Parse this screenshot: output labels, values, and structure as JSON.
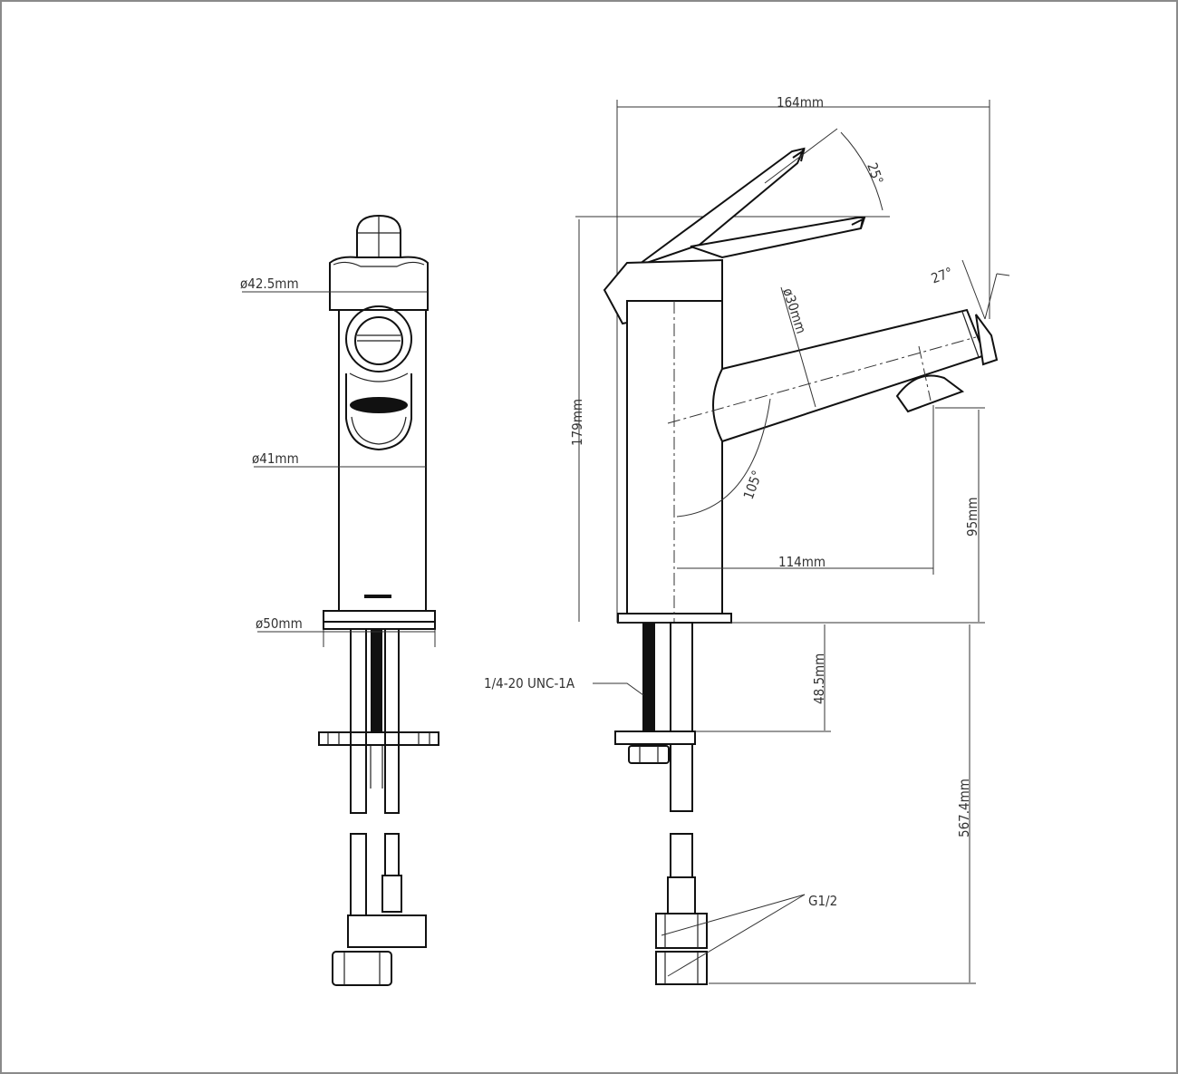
{
  "front_view": {
    "dims": {
      "cap_diameter": "ø42.5mm",
      "body_diameter": "ø41mm",
      "base_diameter": "ø50mm"
    }
  },
  "side_view": {
    "dims": {
      "overall_length": "164mm",
      "overall_height": "179mm",
      "handle_angle": "25°",
      "aerator_angle": "27°",
      "spout_diameter": "ø30mm",
      "spout_angle": "105°",
      "spout_reach": "114mm",
      "spout_height": "95mm",
      "shank_length": "48.5mm",
      "hose_length": "567.4mm"
    },
    "callouts": {
      "thread": "1/4-20 UNC-1A",
      "connection": "G1/2"
    }
  }
}
